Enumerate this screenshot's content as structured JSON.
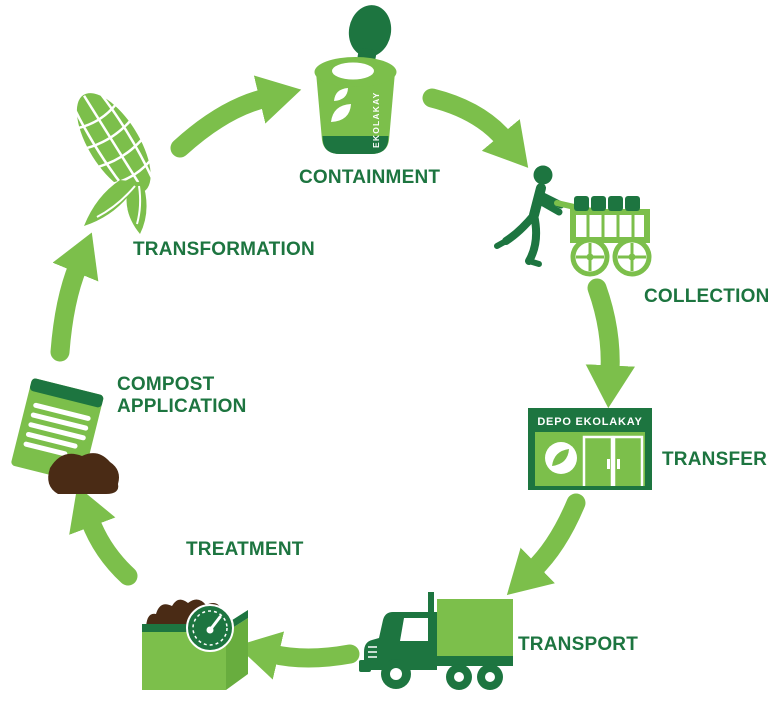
{
  "diagram": {
    "type": "cycle",
    "stages": [
      {
        "id": "containment",
        "label": "CONTAINMENT",
        "icon": "container-toilet"
      },
      {
        "id": "collection",
        "label": "COLLECTION",
        "icon": "worker-pushing-cart"
      },
      {
        "id": "transfer",
        "label": "TRANSFER",
        "icon": "depot-building"
      },
      {
        "id": "transport",
        "label": "TRANSPORT",
        "icon": "truck"
      },
      {
        "id": "treatment",
        "label": "TREATMENT",
        "icon": "compost-box-with-gauge"
      },
      {
        "id": "compost_application",
        "label": "COMPOST APPLICATION",
        "icon": "compost-bag-with-soil"
      },
      {
        "id": "transformation",
        "label": "TRANSFORMATION",
        "icon": "corn"
      }
    ],
    "icon_text": {
      "toilet_brand": "EKOLAKAY",
      "depot_sign": "DEPO EKOLAKAY"
    },
    "colors": {
      "light_green": "#7cbf4b",
      "dark_green": "#1d7540",
      "brown": "#4a2b15",
      "background": "#ffffff"
    }
  }
}
